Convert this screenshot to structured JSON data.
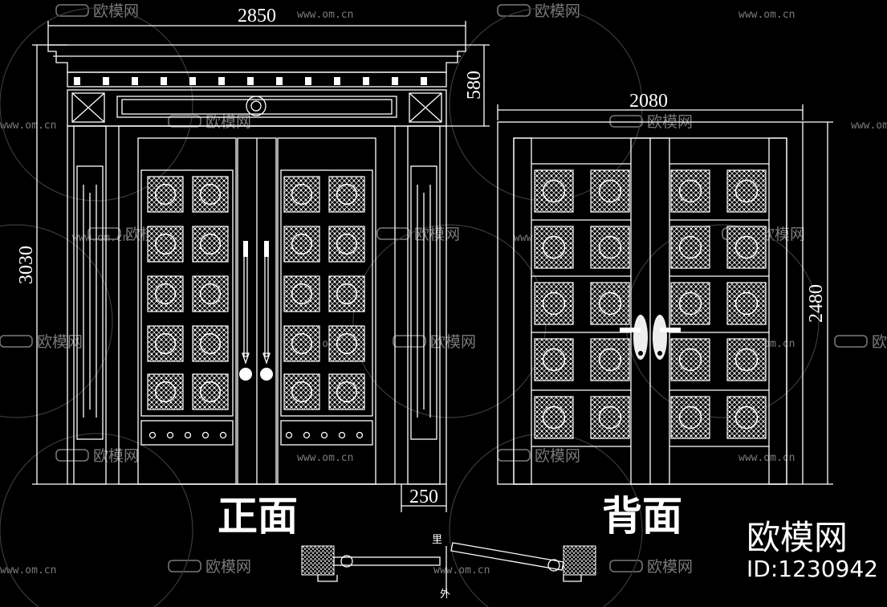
{
  "front": {
    "title": "正面",
    "width_dim": "2850",
    "height_dim": "3030",
    "cornice_dim": "580",
    "pillar_dim": "250"
  },
  "back": {
    "title": "背面",
    "width_dim": "2080",
    "height_dim": "2480"
  },
  "plan": {
    "inside_label": "里",
    "outside_label": "外"
  },
  "brand": {
    "name": "欧模网",
    "id": "ID:1230942"
  },
  "watermark": {
    "text": "欧模网",
    "url": "www.om.cn",
    "color": "#7a7a7a"
  }
}
